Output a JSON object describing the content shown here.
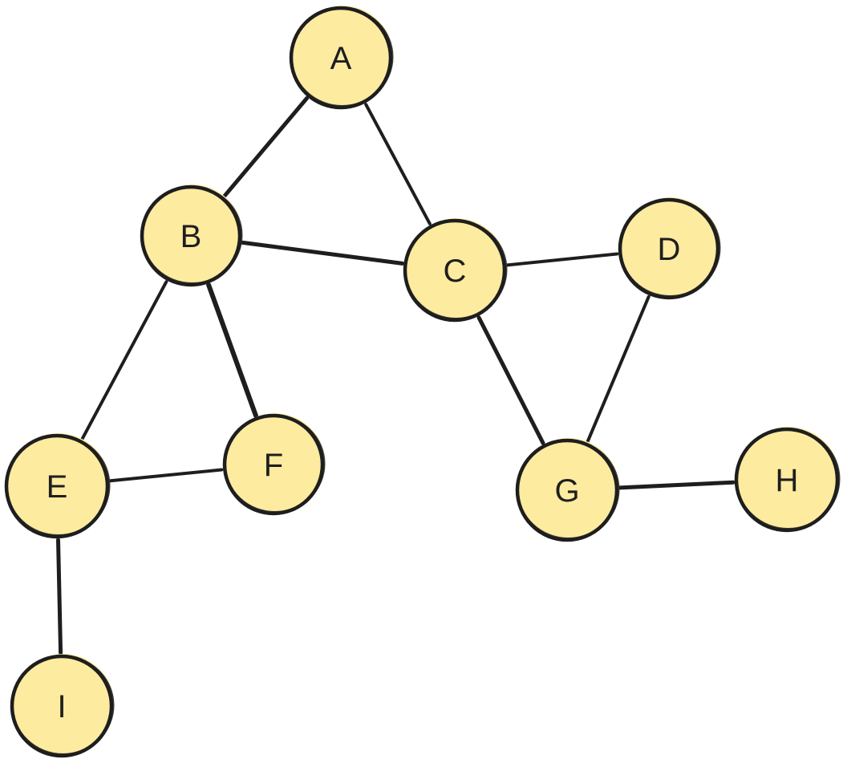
{
  "graph": {
    "node_fill": "#fdeba0",
    "stroke_color": "#1e1e1e",
    "nodes": [
      {
        "id": "A",
        "label": "A"
      },
      {
        "id": "B",
        "label": "B"
      },
      {
        "id": "C",
        "label": "C"
      },
      {
        "id": "D",
        "label": "D"
      },
      {
        "id": "E",
        "label": "E"
      },
      {
        "id": "F",
        "label": "F"
      },
      {
        "id": "G",
        "label": "G"
      },
      {
        "id": "H",
        "label": "H"
      },
      {
        "id": "I",
        "label": "I"
      }
    ],
    "edges": [
      {
        "from": "A",
        "to": "B"
      },
      {
        "from": "A",
        "to": "C"
      },
      {
        "from": "B",
        "to": "C"
      },
      {
        "from": "B",
        "to": "E"
      },
      {
        "from": "B",
        "to": "F"
      },
      {
        "from": "C",
        "to": "D"
      },
      {
        "from": "C",
        "to": "G"
      },
      {
        "from": "D",
        "to": "G"
      },
      {
        "from": "E",
        "to": "F"
      },
      {
        "from": "E",
        "to": "I"
      },
      {
        "from": "G",
        "to": "H"
      }
    ]
  }
}
